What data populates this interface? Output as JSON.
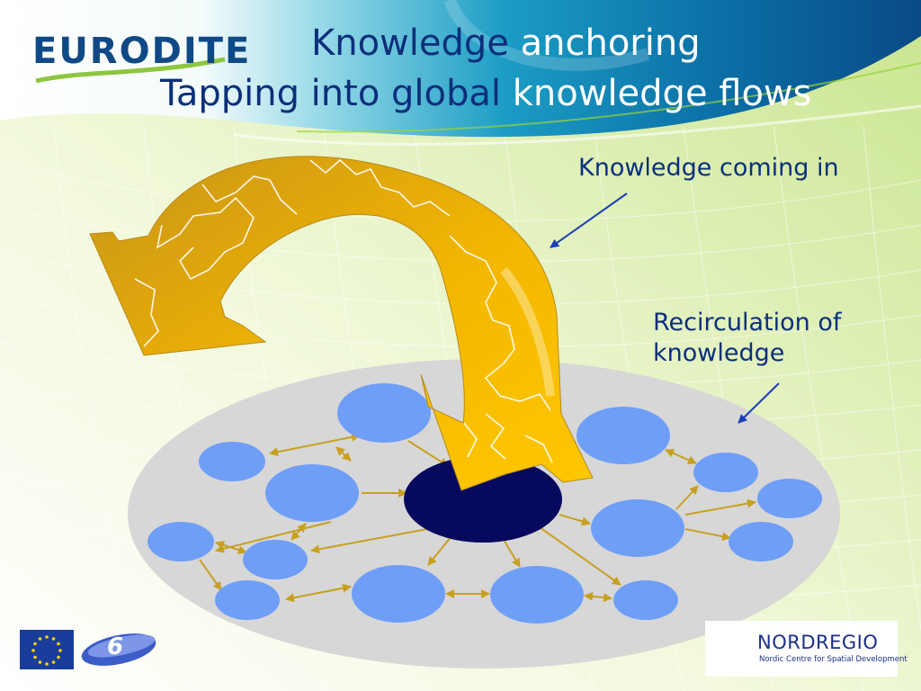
{
  "header": {
    "logo_text": "EURODITE",
    "title_line1_part1": "Knowledge",
    "title_line1_part2": "anchoring",
    "title_line2_part1": "Tapping into global",
    "title_line2_part2": "knowledge flows"
  },
  "labels": {
    "coming_in": "Knowledge coming in",
    "recirculation_line1": "Recirculation of",
    "recirculation_line2": "knowledge"
  },
  "footer": {
    "nordregio_name": "NORDREGIO",
    "nordregio_subtitle": "Nordic Centre for Spatial Development",
    "fp6_mark": "6"
  },
  "colors": {
    "disc": "#d7d7d7",
    "node": "#6f9ef7",
    "core": "#06095e",
    "link": "#c8a020",
    "arrow_big": "#f0b800",
    "label_blue": "#0b2f7a"
  },
  "icons": [
    "eu-flag-icon",
    "fp6-logo-icon",
    "nordregio-logo-icon",
    "eurodite-logo-icon"
  ]
}
